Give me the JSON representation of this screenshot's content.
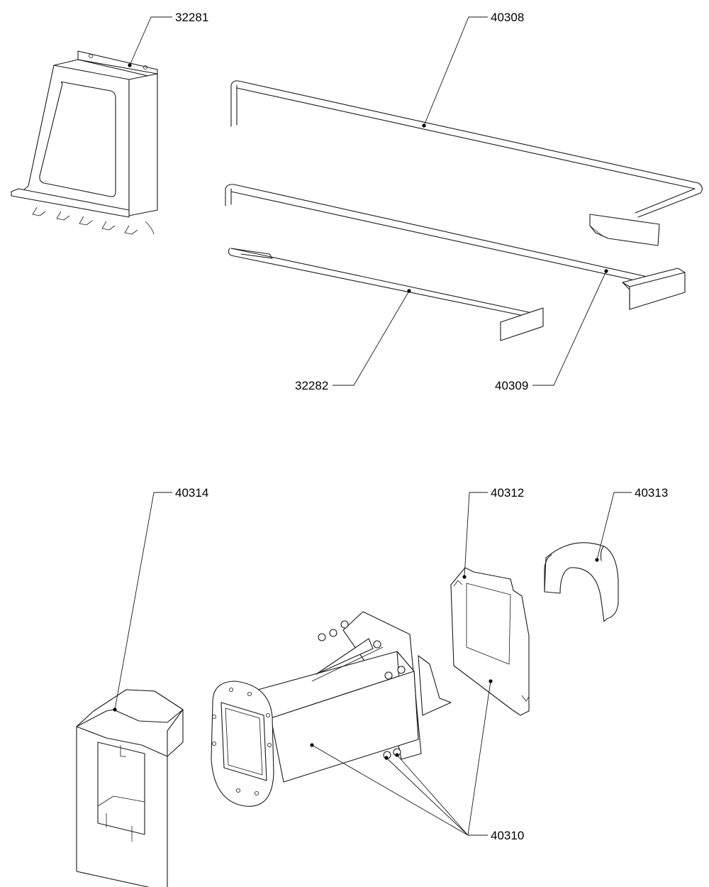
{
  "diagram": {
    "parts": [
      {
        "id": "p32281",
        "number": "32281"
      },
      {
        "id": "p40308",
        "number": "40308"
      },
      {
        "id": "p32282",
        "number": "32282"
      },
      {
        "id": "p40309",
        "number": "40309"
      },
      {
        "id": "p40314",
        "number": "40314"
      },
      {
        "id": "p40312",
        "number": "40312"
      },
      {
        "id": "p40313",
        "number": "40313"
      },
      {
        "id": "p40310",
        "number": "40310"
      }
    ]
  }
}
